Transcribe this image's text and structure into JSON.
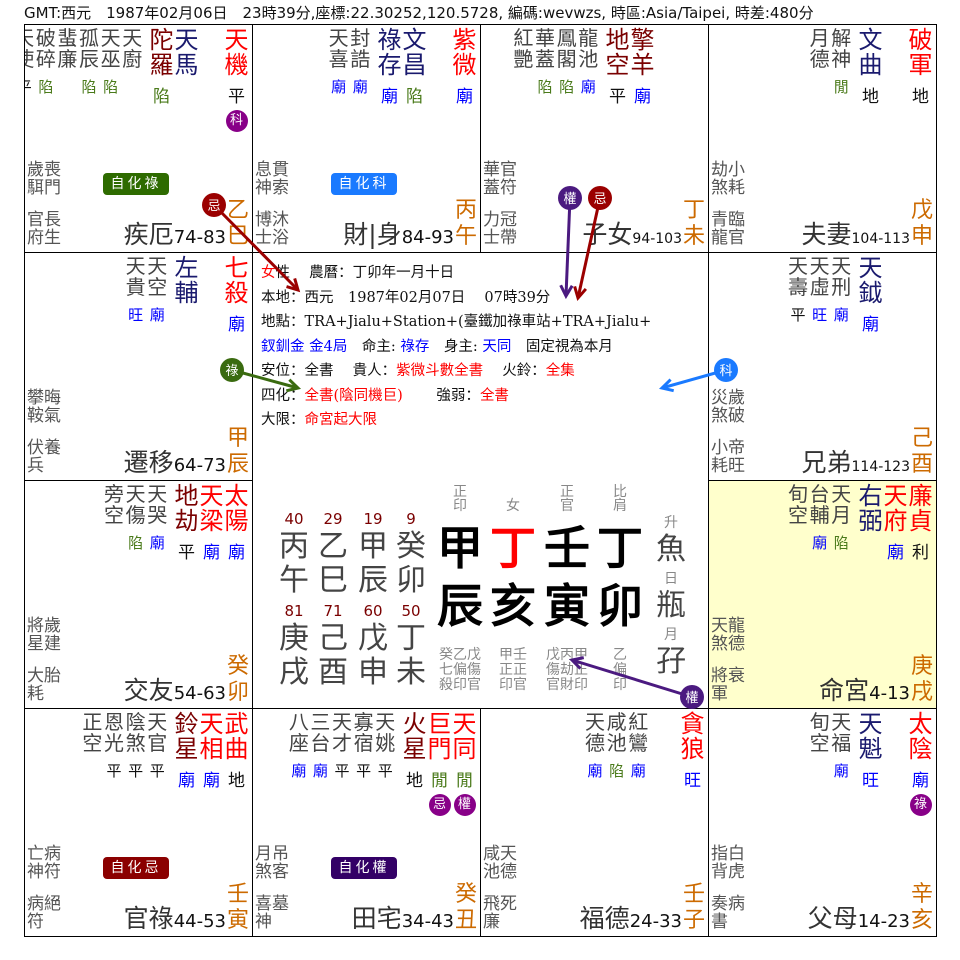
{
  "header": {
    "text": "GMT:西元　1987年02月06日　23時39分,座標:22.30252,120.5728, 編碼:wevwzs, 時區:Asia/Taipei, 時差:480分"
  },
  "colors": {
    "main_star": "#ff0000",
    "sha_star": "#7a0000",
    "aux_star": "#1a1a6e",
    "miao": "#0000ff",
    "xian": "#4a7a1a",
    "ping": "#111111",
    "stem_branch": "#cc6a00",
    "life_palace_bg": "#ffffcc",
    "hua_badge": "#880088"
  },
  "palaces": [
    {
      "name": "疾厄",
      "ages": "74-83",
      "stem": "乙",
      "branch": "巳",
      "main": [
        {
          "n": "天機",
          "b": "平",
          "hua": "科"
        }
      ],
      "aux": [
        {
          "n": "天馬",
          "c": "aux",
          "b": ""
        },
        {
          "n": "陀羅",
          "c": "sha",
          "b": "陷"
        }
      ],
      "minor": [
        {
          "n": "天廚",
          "b": ""
        },
        {
          "n": "天巫",
          "b": "陷"
        },
        {
          "n": "孤辰",
          "b": "陷"
        },
        {
          "n": "蜚廉",
          "b": ""
        },
        {
          "n": "破碎",
          "b": "陷"
        },
        {
          "n": "天使",
          "b": "平"
        }
      ],
      "small_a": [
        "歲喪",
        "駬門"
      ],
      "small_b": [
        "官長",
        "府生"
      ],
      "zihua": {
        "label": "自化祿",
        "color": "#2e6b00"
      }
    },
    {
      "name": "財|身",
      "ages": "84-93",
      "stem": "丙",
      "branch": "午",
      "main": [
        {
          "n": "紫微",
          "b": "廟"
        }
      ],
      "aux": [
        {
          "n": "文昌",
          "c": "aux",
          "b": "陷"
        },
        {
          "n": "祿存",
          "c": "aux",
          "b": "廟"
        }
      ],
      "minor": [
        {
          "n": "封誥",
          "b": "廟"
        },
        {
          "n": "天喜",
          "b": "廟"
        }
      ],
      "small_a": [
        "息貫",
        "神索"
      ],
      "small_b": [
        "博沐",
        "士浴"
      ],
      "zihua": {
        "label": "自化科",
        "color": "#1a7aff"
      }
    },
    {
      "name": "子女",
      "ages": "94-103",
      "stem": "丁",
      "branch": "未",
      "main": [],
      "aux": [
        {
          "n": "擎羊",
          "c": "sha",
          "b": "廟"
        },
        {
          "n": "地空",
          "c": "sha",
          "b": "平"
        }
      ],
      "minor": [
        {
          "n": "龍池",
          "b": "廟"
        },
        {
          "n": "鳳閣",
          "b": "陷"
        },
        {
          "n": "華蓋",
          "b": "陷"
        },
        {
          "n": "紅艷",
          "b": ""
        }
      ],
      "small_a": [
        "華官",
        "蓋符"
      ],
      "small_b": [
        "力冠",
        "士帶"
      ]
    },
    {
      "name": "夫妻",
      "ages": "104-113",
      "stem": "戊",
      "branch": "申",
      "main": [
        {
          "n": "破軍",
          "b": "地"
        }
      ],
      "aux": [
        {
          "n": "文曲",
          "c": "aux",
          "b": "地"
        }
      ],
      "minor": [
        {
          "n": "解神",
          "b": "閒"
        },
        {
          "n": "月德",
          "b": ""
        }
      ],
      "small_a": [
        "劫小",
        "煞耗"
      ],
      "small_b": [
        "青臨",
        "龍官"
      ]
    },
    {
      "name": "遷移",
      "ages": "64-73",
      "stem": "甲",
      "branch": "辰",
      "main": [
        {
          "n": "七殺",
          "b": "廟"
        }
      ],
      "aux": [
        {
          "n": "左輔",
          "c": "aux",
          "b": ""
        }
      ],
      "minor": [
        {
          "n": "天空",
          "b": "廟"
        },
        {
          "n": "天貴",
          "b": "旺"
        }
      ],
      "small_a": [
        "攀晦",
        "鞍氣"
      ],
      "small_b": [
        "伏養",
        "兵"
      ]
    },
    {
      "name": "兄弟",
      "ages": "114-123",
      "stem": "己",
      "branch": "酉",
      "main": [],
      "aux": [
        {
          "n": "天鉞",
          "c": "aux",
          "b": "廟"
        }
      ],
      "minor": [
        {
          "n": "天刑",
          "b": "廟"
        },
        {
          "n": "天虛",
          "b": "旺"
        },
        {
          "n": "天壽",
          "b": "平"
        }
      ],
      "small_a": [
        "災歲",
        "煞破"
      ],
      "small_b": [
        "小帝",
        "耗旺"
      ]
    },
    {
      "name": "交友",
      "ages": "54-63",
      "stem": "癸",
      "branch": "卯",
      "main": [
        {
          "n": "太陽",
          "b": "廟"
        },
        {
          "n": "天梁",
          "b": "廟"
        }
      ],
      "aux": [
        {
          "n": "地劫",
          "c": "sha",
          "b": "平"
        }
      ],
      "minor": [
        {
          "n": "天哭",
          "b": "廟"
        },
        {
          "n": "天傷",
          "b": "陷"
        },
        {
          "n": "旁空",
          "b": ""
        }
      ],
      "small_a": [
        "將歲",
        "星建"
      ],
      "small_b": [
        "大胎",
        "耗"
      ]
    },
    {
      "name": "命宮",
      "ages": "4-13",
      "stem": "庚",
      "branch": "戌",
      "highlight": true,
      "main": [
        {
          "n": "廉貞",
          "b": "利"
        },
        {
          "n": "天府",
          "b": "廟"
        }
      ],
      "aux": [
        {
          "n": "右弼",
          "c": "aux",
          "b": ""
        }
      ],
      "minor": [
        {
          "n": "天月",
          "b": "陷"
        },
        {
          "n": "台輔",
          "b": "廟"
        },
        {
          "n": "旬空",
          "b": ""
        }
      ],
      "small_a": [
        "天龍",
        "煞德"
      ],
      "small_b": [
        "將衰",
        "軍"
      ]
    },
    {
      "name": "官祿",
      "ages": "44-53",
      "stem": "壬",
      "branch": "寅",
      "main": [
        {
          "n": "武曲",
          "b": "地"
        },
        {
          "n": "天相",
          "b": "廟"
        }
      ],
      "aux": [
        {
          "n": "鈴星",
          "c": "sha",
          "b": "廟"
        }
      ],
      "minor": [
        {
          "n": "天官",
          "b": "平"
        },
        {
          "n": "陰煞",
          "b": "平"
        },
        {
          "n": "恩光",
          "b": "平"
        },
        {
          "n": "正空",
          "b": ""
        }
      ],
      "small_a": [
        "亡病",
        "神符"
      ],
      "small_b": [
        "病絕",
        "符"
      ],
      "zihua": {
        "label": "自化忌",
        "color": "#8b0000"
      }
    },
    {
      "name": "田宅",
      "ages": "34-43",
      "stem": "癸",
      "branch": "丑",
      "main": [
        {
          "n": "天同",
          "b": "閒",
          "hua": "權"
        },
        {
          "n": "巨門",
          "b": "閒",
          "hua": "忌"
        }
      ],
      "aux": [
        {
          "n": "火星",
          "c": "sha",
          "b": "地"
        }
      ],
      "minor": [
        {
          "n": "天姚",
          "b": "平"
        },
        {
          "n": "寡宿",
          "b": "平"
        },
        {
          "n": "天才",
          "b": "平"
        },
        {
          "n": "三台",
          "b": "廟"
        },
        {
          "n": "八座",
          "b": "廟"
        }
      ],
      "small_a": [
        "月吊",
        "煞客"
      ],
      "small_b": [
        "喜墓",
        "神"
      ],
      "zihua": {
        "label": "自化權",
        "color": "#330066"
      }
    },
    {
      "name": "福德",
      "ages": "24-33",
      "stem": "壬",
      "branch": "子",
      "main": [
        {
          "n": "貪狼",
          "b": "旺"
        }
      ],
      "aux": [],
      "minor": [
        {
          "n": "紅鸞",
          "b": "廟"
        },
        {
          "n": "咸池",
          "b": "陷"
        },
        {
          "n": "天德",
          "b": "廟"
        }
      ],
      "small_a": [
        "咸天",
        "池德"
      ],
      "small_b": [
        "飛死",
        "廉"
      ]
    },
    {
      "name": "父母",
      "ages": "14-23",
      "stem": "辛",
      "branch": "亥",
      "main": [
        {
          "n": "太陰",
          "b": "廟",
          "hua": "祿"
        }
      ],
      "aux": [
        {
          "n": "天魁",
          "c": "aux",
          "b": "旺"
        }
      ],
      "minor": [
        {
          "n": "天福",
          "b": "廟"
        },
        {
          "n": "旬空",
          "b": ""
        }
      ],
      "small_a": [
        "指白",
        "背虎"
      ],
      "small_b": [
        "奏病",
        "書"
      ]
    }
  ],
  "center": {
    "lines": [
      [
        {
          "t": "女",
          "c": "#ff0000"
        },
        {
          "t": "性　 農曆：丁卯年一月十日"
        }
      ],
      [
        {
          "t": "本地：西元　1987年02月07日　 07時39分"
        }
      ],
      [
        {
          "t": "地點：TRA+Jialu+Station+(臺鐵加祿車站+TRA+Jialu+"
        }
      ],
      [
        {
          "t": "釵釧金 金4局",
          "c": "#0000ff"
        },
        {
          "t": "　命主: "
        },
        {
          "t": "祿存",
          "c": "#0000ff"
        },
        {
          "t": "　身主: "
        },
        {
          "t": "天同",
          "c": "#0000ff"
        },
        {
          "t": "　固定視為本月"
        }
      ],
      [
        {
          "t": "安位：全書　 貴人："
        },
        {
          "t": "紫微斗數全書",
          "c": "#ff0000"
        },
        {
          "t": "　 火鈴："
        },
        {
          "t": "全集",
          "c": "#ff0000"
        }
      ],
      [
        {
          "t": "四化："
        },
        {
          "t": "全書(陰同機巨)",
          "c": "#ff0000"
        },
        {
          "t": "　　 強弱："
        },
        {
          "t": "全書",
          "c": "#ff0000"
        }
      ],
      [
        {
          "t": "大限："
        },
        {
          "t": "命宮起大限",
          "c": "#ff0000"
        }
      ]
    ],
    "arrows": [
      {
        "label": "忌",
        "color": "#9b0000"
      },
      {
        "label": "權",
        "color": "#4b1a80"
      },
      {
        "label": "忌",
        "color": "#9b0000"
      },
      {
        "label": "祿",
        "color": "#3a6b10"
      },
      {
        "label": "科",
        "color": "#1a7aff"
      },
      {
        "label": "權",
        "color": "#4b1a80"
      }
    ]
  },
  "bazi": {
    "dayun": [
      {
        "age": "40",
        "stem": "丙",
        "branch": "午"
      },
      {
        "age": "29",
        "stem": "乙",
        "branch": "巳"
      },
      {
        "age": "19",
        "stem": "甲",
        "branch": "辰"
      },
      {
        "age": "9",
        "stem": "癸",
        "branch": "卯"
      },
      {
        "age": "81",
        "stem": "庚",
        "branch": "戌"
      },
      {
        "age": "71",
        "stem": "己",
        "branch": "酉"
      },
      {
        "age": "60",
        "stem": "戊",
        "branch": "申"
      },
      {
        "age": "50",
        "stem": "丁",
        "branch": "未"
      }
    ],
    "pillars": [
      {
        "ten_god": "正\n印",
        "stem": "甲",
        "branch": "辰",
        "hidden": "癸乙戊\n七偏傷\n殺印官"
      },
      {
        "ten_god": "女",
        "stem": "丁",
        "branch": "亥",
        "hidden": "甲壬\n正正\n印官",
        "stem_color": "#ff0000"
      },
      {
        "ten_god": "正\n官",
        "stem": "壬",
        "branch": "寅",
        "hidden": "戊丙甲\n傷劫正\n官財印"
      },
      {
        "ten_god": "比\n肩",
        "stem": "丁",
        "branch": "卯",
        "hidden": "乙\n偏\n印"
      }
    ],
    "zodiac": [
      {
        "label": "升",
        "sign": "魚"
      },
      {
        "label": "日",
        "sign": "瓶"
      },
      {
        "label": "月",
        "sign": "孖"
      }
    ]
  }
}
